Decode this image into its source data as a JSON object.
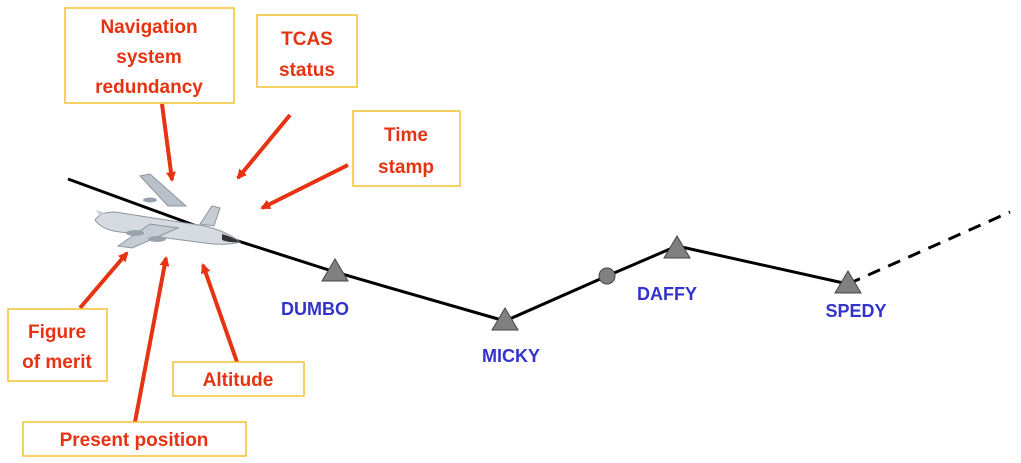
{
  "colors": {
    "route": "#000000",
    "waypoint_fill": "#808080",
    "waypoint_text": "#3333cc",
    "callout_text": "#e63312",
    "callout_border": "#f2c230",
    "arrow": "#e63312"
  },
  "callouts": {
    "navigation": {
      "lines": [
        "Navigation",
        "system",
        "redundancy"
      ]
    },
    "tcas": {
      "lines": [
        "TCAS",
        "status"
      ]
    },
    "timestamp": {
      "lines": [
        "Time",
        "stamp"
      ]
    },
    "figure_of_merit": {
      "lines": [
        "Figure",
        "of merit"
      ]
    },
    "altitude": {
      "lines": [
        "Altitude"
      ]
    },
    "present_position": {
      "lines": [
        "Present position"
      ]
    }
  },
  "waypoints": [
    {
      "id": "dumbo",
      "name": "DUMBO"
    },
    {
      "id": "micky",
      "name": "MICKY"
    },
    {
      "id": "daffy",
      "name": "DAFFY"
    },
    {
      "id": "spedy",
      "name": "SPEDY"
    }
  ],
  "icons": {
    "aircraft": "jet-aircraft-icon",
    "waypoint": "triangle-waypoint-icon",
    "intermediate": "circle-point-icon"
  }
}
